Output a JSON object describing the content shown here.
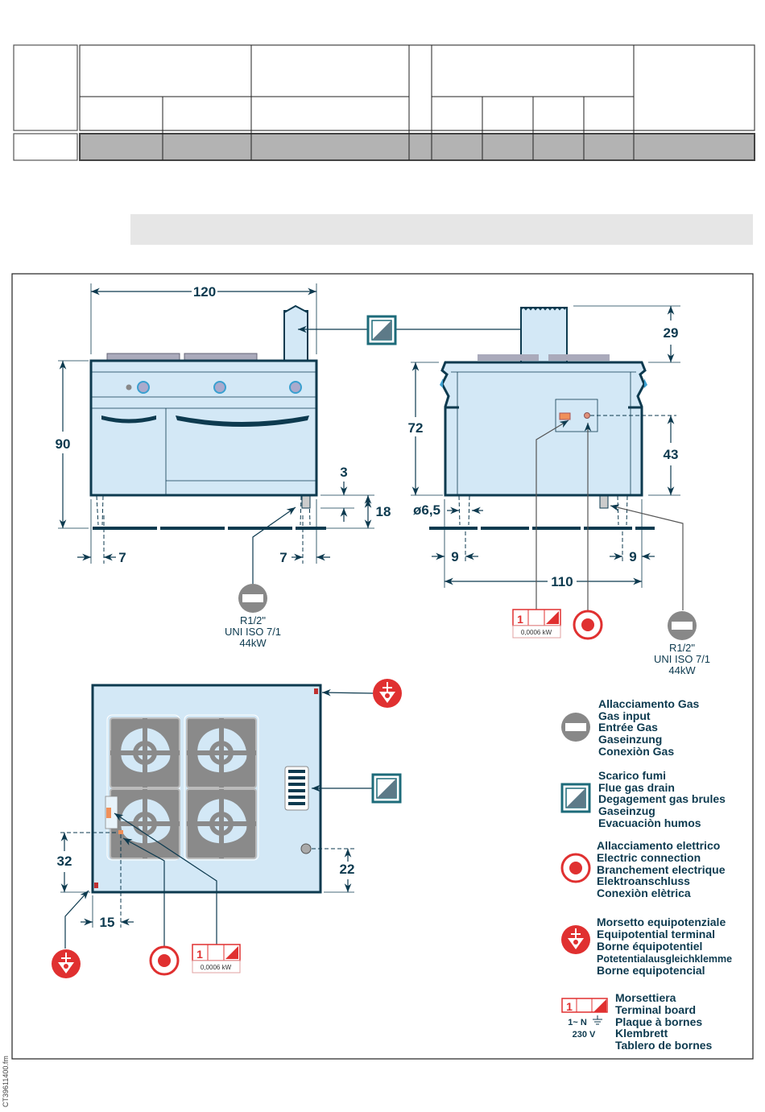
{
  "document": {
    "file_code": "CT39611400.fm"
  },
  "front_view": {
    "width": "120",
    "height": "90",
    "gap_top": "3",
    "leg_height": "18",
    "offset_left": "7",
    "offset_right": "7",
    "gas_connection": {
      "thread": "R1/2\"",
      "standard": "UNI ISO 7/1",
      "power": "44kW"
    }
  },
  "side_view": {
    "chimney_height": "29",
    "height": "72",
    "electric_height": "43",
    "foot_diameter": "ø6,5",
    "offset_left": "9",
    "offset_right": "9",
    "depth": "110",
    "terminal_board": {
      "number": "1",
      "power": "0,0006 kW"
    },
    "gas_connection": {
      "thread": "R1/2\"",
      "standard": "UNI ISO 7/1",
      "power": "44kW"
    }
  },
  "top_view": {
    "electric_offset_y": "32",
    "electric_offset_x": "15",
    "gas_offset_y": "22",
    "terminal_board": {
      "number": "1",
      "power": "0,0006 kW"
    }
  },
  "legend": [
    {
      "icon": "gas-input-icon",
      "lines": [
        "Allacciamento Gas",
        "Gas input",
        "Entrée Gas",
        "Gaseinzung",
        "Conexiòn Gas"
      ]
    },
    {
      "icon": "flue-gas-drain-icon",
      "lines": [
        "Scarico fumi",
        "Flue gas drain",
        "Degagement gas brules",
        "Gaseinzug",
        "Evacuaciòn humos"
      ]
    },
    {
      "icon": "electric-connection-icon",
      "lines": [
        "Allacciamento elettrico",
        "Electric connection",
        "Branchement electrique",
        "Elektroanschluss",
        "Conexiòn elètrica"
      ]
    },
    {
      "icon": "equipotential-terminal-icon",
      "lines": [
        "Morsetto equipotenziale",
        "Equipotential terminal",
        "Borne équipotentiel",
        "Potetentialausgleichklemme",
        "Borne equipotencial"
      ]
    },
    {
      "icon": "terminal-board-icon",
      "lines": [
        "Morsettiera",
        "Terminal board",
        "Plaque à bornes",
        "Klembrett",
        "Tablero de bornes"
      ],
      "board_number": "1",
      "phase": "1~ N",
      "voltage": "230 V"
    }
  ],
  "colors": {
    "appliance": "#d3e8f6",
    "outline": "#0d3a4f",
    "red": "#e03030",
    "flue": "#1d6b7a",
    "gas": "#888888",
    "table_fill": "#b3b3b3",
    "band": "#e6e6e6"
  }
}
